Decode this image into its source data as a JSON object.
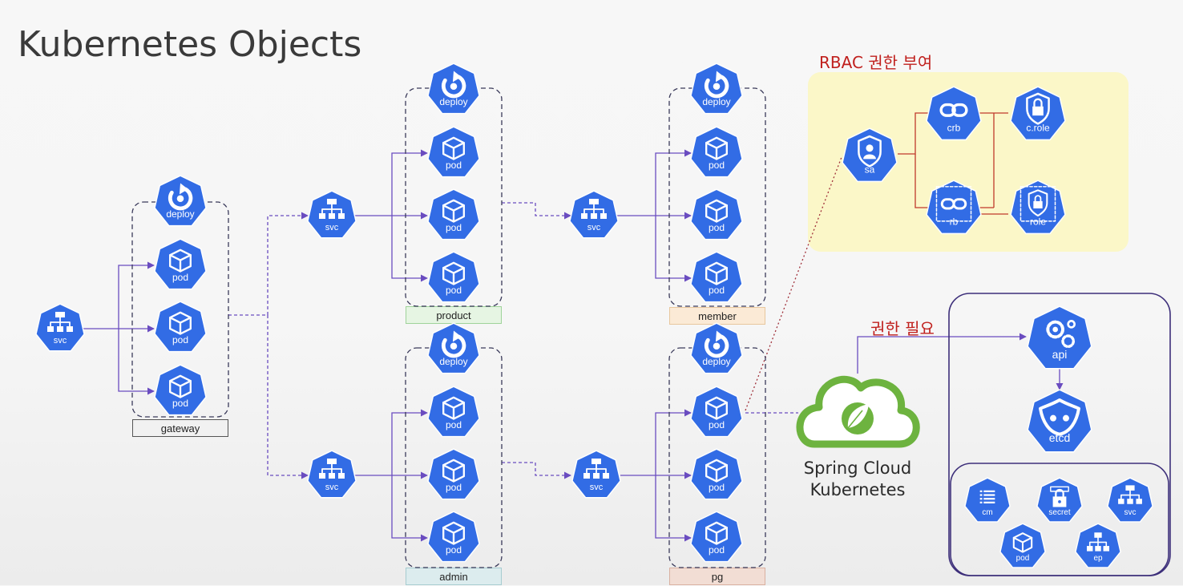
{
  "title": "Kubernetes Objects",
  "rbac": {
    "heading": "RBAC 권한 부여",
    "nodes": {
      "sa": "sa",
      "crb": "crb",
      "rb": "rb",
      "crole": "c.role",
      "role": "role"
    }
  },
  "permission_label": "권한 필요",
  "groups": {
    "gateway": {
      "label": "gateway",
      "deploy": "deploy",
      "pods": [
        "pod",
        "pod",
        "pod"
      ],
      "svc": "svc"
    },
    "product": {
      "label": "product",
      "deploy": "deploy",
      "pods": [
        "pod",
        "pod",
        "pod"
      ],
      "svc": "svc"
    },
    "admin": {
      "label": "admin",
      "deploy": "deploy",
      "pods": [
        "pod",
        "pod",
        "pod"
      ],
      "svc": "svc"
    },
    "member": {
      "label": "member",
      "deploy": "deploy",
      "pods": [
        "pod",
        "pod",
        "pod"
      ],
      "svc": "svc"
    },
    "pg": {
      "label": "pg",
      "deploy": "deploy",
      "pods": [
        "pod",
        "pod",
        "pod"
      ],
      "svc": "svc"
    }
  },
  "spring_cloud": {
    "line1": "Spring Cloud",
    "line2": "Kubernetes"
  },
  "cluster": {
    "api": "api",
    "etcd": "etcd",
    "resources": [
      "cm",
      "secret",
      "svc",
      "pod",
      "ep"
    ]
  },
  "colors": {
    "k8s_blue": "#326ce5",
    "arrow_purple": "#6a4cc0",
    "rbac_line": "#c0392b",
    "rbac_panel": "#fbf7c8",
    "spring_green": "#6db33f",
    "product_label_bg": "#e6f5e3",
    "member_label_bg": "#fbead6",
    "admin_label_bg": "#dcecee",
    "pg_label_bg": "#f2ddd4"
  }
}
